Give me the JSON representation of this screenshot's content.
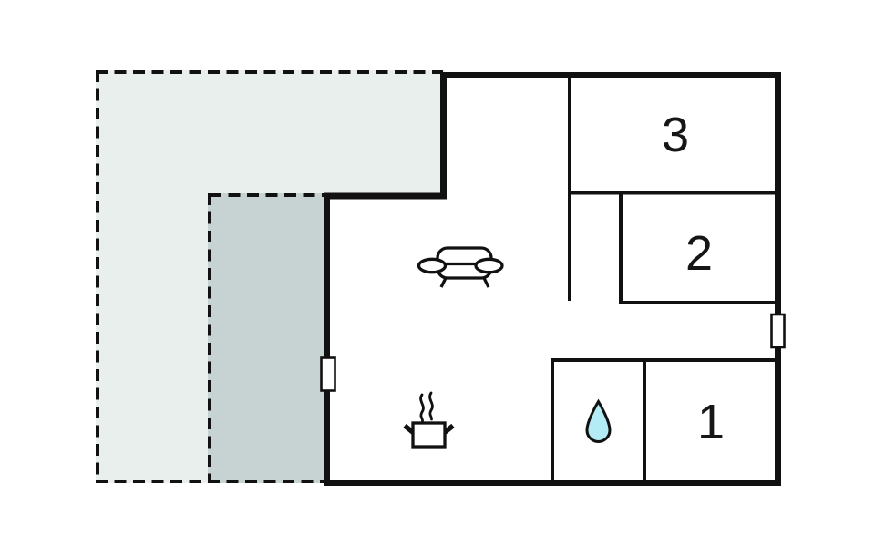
{
  "colors": {
    "background": "#ffffff",
    "wall": "#111111",
    "terrace_light": "#e8efed",
    "terrace_dark": "#c7d3d2",
    "water_drop": "#b3ecf4"
  },
  "rooms": [
    {
      "id": "room-1",
      "number": "1"
    },
    {
      "id": "room-2",
      "number": "2"
    },
    {
      "id": "room-3",
      "number": "3"
    }
  ],
  "icons": [
    {
      "name": "sofa-icon"
    },
    {
      "name": "cooking-pot-icon"
    },
    {
      "name": "water-drop-icon"
    },
    {
      "name": "window-marker-left"
    },
    {
      "name": "window-marker-right"
    }
  ]
}
